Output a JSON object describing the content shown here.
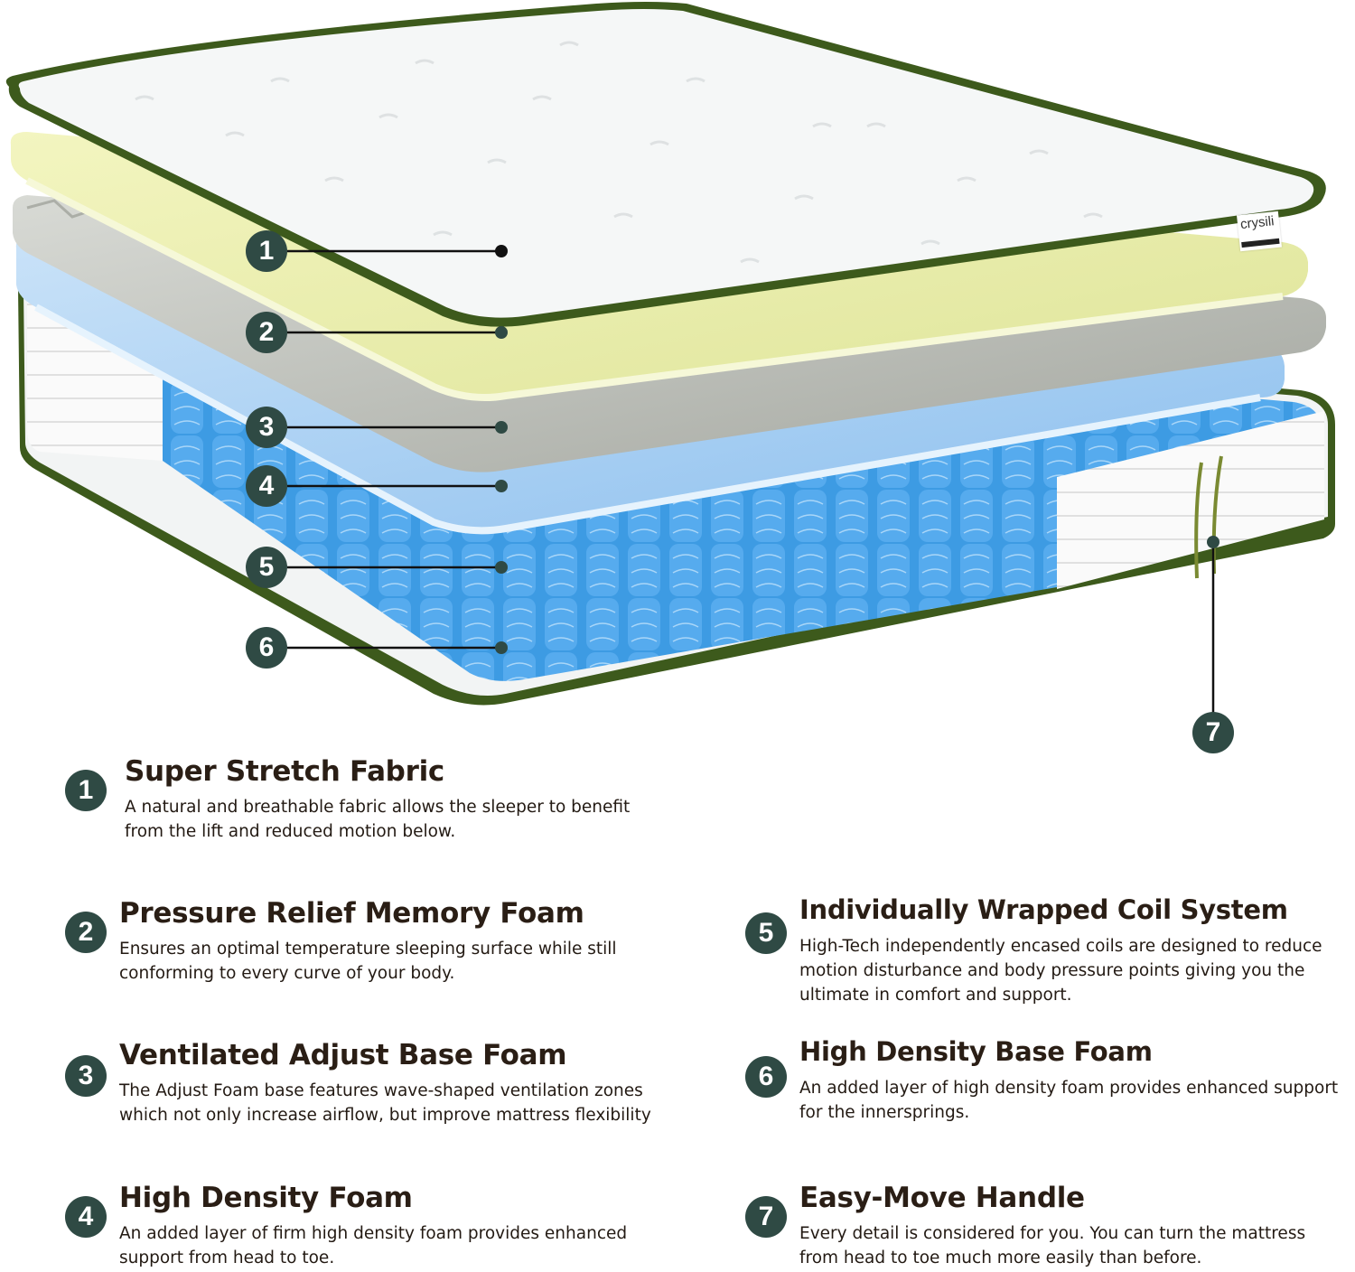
{
  "brand": {
    "name": "crysili"
  },
  "colors": {
    "badge": "#2f4a44",
    "piping": "#3d5a1c",
    "cover": "#f4f6f6",
    "memory_foam": "#e6eaa0",
    "adjust_foam": "#b9bcb6",
    "hd_foam": "#a9d0f0",
    "coils": "#3c9be0",
    "base_foam": "#f0f2f2",
    "heading_text": "#2a1e15"
  },
  "callouts": [
    {
      "number": "1",
      "layer": "cover"
    },
    {
      "number": "2",
      "layer": "memory_foam"
    },
    {
      "number": "3",
      "layer": "adjust_base_foam"
    },
    {
      "number": "4",
      "layer": "high_density_foam"
    },
    {
      "number": "5",
      "layer": "coil_system"
    },
    {
      "number": "6",
      "layer": "base_foam"
    },
    {
      "number": "7",
      "layer": "handle"
    }
  ],
  "legend": [
    {
      "number": "1",
      "title": "Super Stretch Fabric",
      "description": "A natural and breathable fabric allows the sleeper to benefit from the lift and reduced motion below."
    },
    {
      "number": "2",
      "title": "Pressure Relief Memory Foam",
      "description": "Ensures an optimal temperature sleeping surface while still conforming to every curve of your body."
    },
    {
      "number": "3",
      "title": "Ventilated Adjust Base Foam",
      "description": "The Adjust Foam base features wave-shaped ventilation zones which not only increase airflow, but improve mattress flexibility"
    },
    {
      "number": "4",
      "title": "High Density Foam",
      "description": "An added layer of firm high density foam provides enhanced support from head to toe."
    },
    {
      "number": "5",
      "title": "Individually Wrapped Coil System",
      "description": "High-Tech independently encased coils are designed to reduce motion disturbance and body pressure points giving you the ultimate in comfort and support."
    },
    {
      "number": "6",
      "title": "High Density Base Foam",
      "description": "An added layer of high density foam provides enhanced support for the innersprings."
    },
    {
      "number": "7",
      "title": "Easy-Move Handle",
      "description": "Every detail is considered for you. You can turn the mattress from head to toe much more easily than before."
    }
  ]
}
